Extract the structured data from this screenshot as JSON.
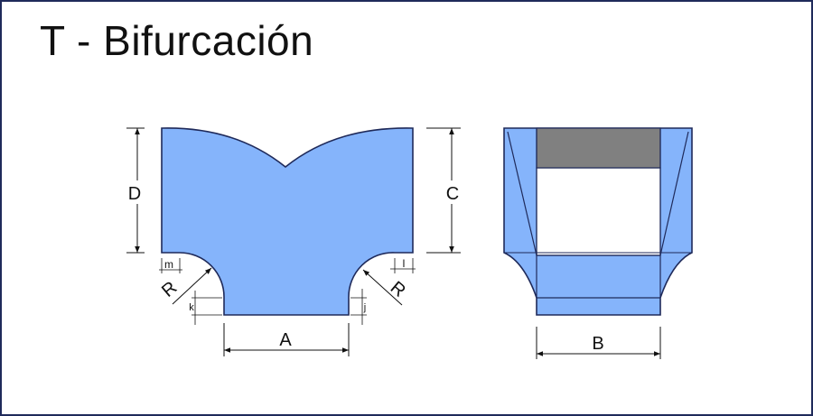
{
  "title": "T - Bifurcación",
  "colors": {
    "fill": "#85b4fb",
    "dark_fill": "#808080",
    "stroke": "#1f2a5a",
    "line": "#111111"
  },
  "front_view": {
    "dimension_labels": {
      "width_bottom": "A",
      "height_left": "D",
      "height_right": "C",
      "left_radius": "R",
      "right_radius": "R",
      "left_offset_m": "m",
      "left_offset_k": "k",
      "right_offset_l": "l",
      "right_offset_j": "j"
    }
  },
  "side_view": {
    "dimension_labels": {
      "width_bottom": "B"
    }
  }
}
